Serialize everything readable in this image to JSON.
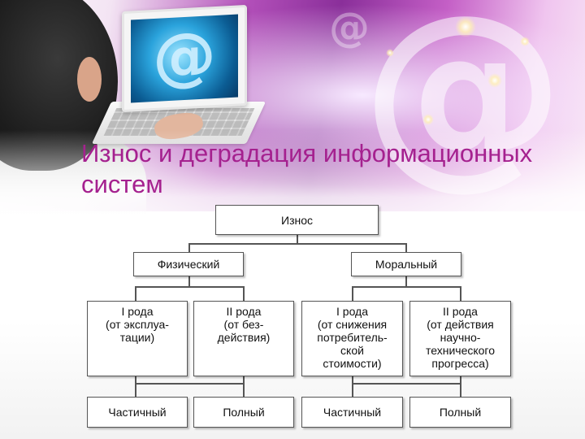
{
  "slide": {
    "title": "Износ и деградация информационных систем"
  },
  "icons": {
    "laptop_screen": "at-sign-icon",
    "background": "at-sign-icon"
  },
  "colors": {
    "title": "#a5218f",
    "accent_purple": "#8a2f9a",
    "box_border": "#555555"
  },
  "diagram": {
    "root": "Износ",
    "level1": {
      "physical": "Физический",
      "moral": "Моральный"
    },
    "level2": {
      "physical_1": "I рода\n(от эксплуа-\nтации)",
      "physical_2": "II рода\n(от без-\nдействия)",
      "moral_1": "I рода\n(от снижения\nпотребитель-\nской\nстоимости)",
      "moral_2": "II рода\n(от действия\nнаучно-\nтехнического\nпрогресса)"
    },
    "level3": {
      "physical_partial": "Частичный",
      "physical_full": "Полный",
      "moral_partial": "Частичный",
      "moral_full": "Полный"
    }
  }
}
